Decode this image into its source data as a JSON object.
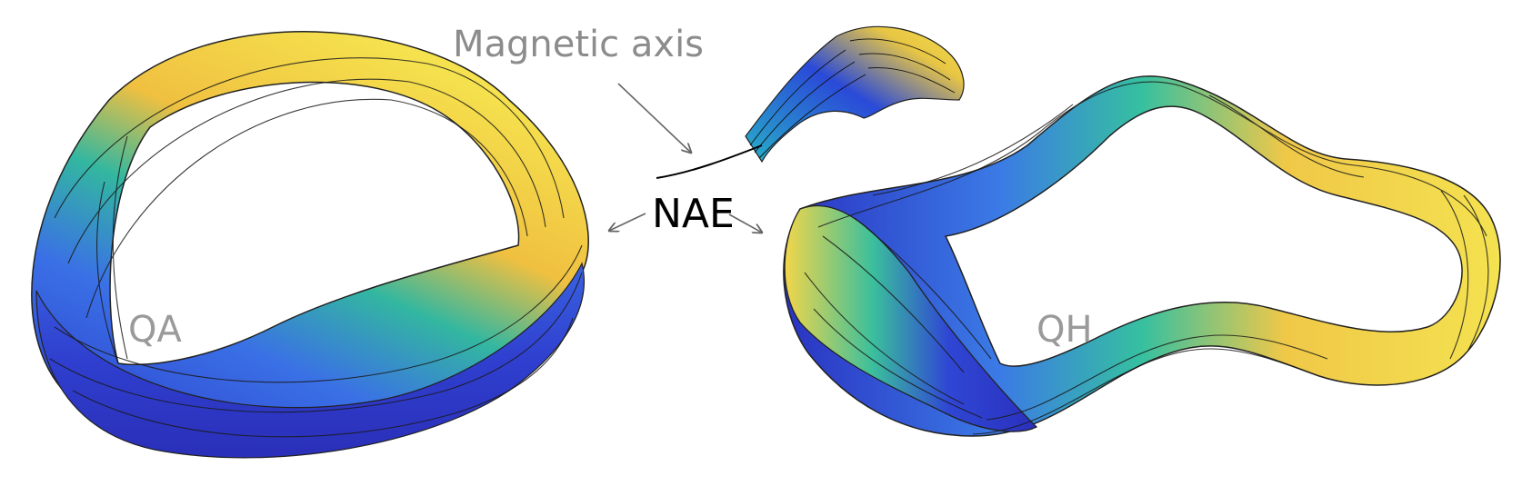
{
  "labels": {
    "magnetic_axis": "Magnetic axis",
    "nae": "NAE",
    "qa": "QA",
    "qh": "QH"
  },
  "colors": {
    "surface_low": "#3a3fd0",
    "surface_mid": "#2fb59a",
    "surface_high": "#f2e052",
    "field_lines": "#1a1a1a",
    "annotation_text": "#8c8c8c",
    "arrow": "#666666"
  },
  "figures": [
    {
      "name": "QA",
      "description_shape": "single-period twisted torus"
    },
    {
      "name": "QH",
      "description_shape": "four-period helical torus"
    },
    {
      "name": "NAE",
      "description_shape": "near-axis flux tube inset"
    }
  ]
}
